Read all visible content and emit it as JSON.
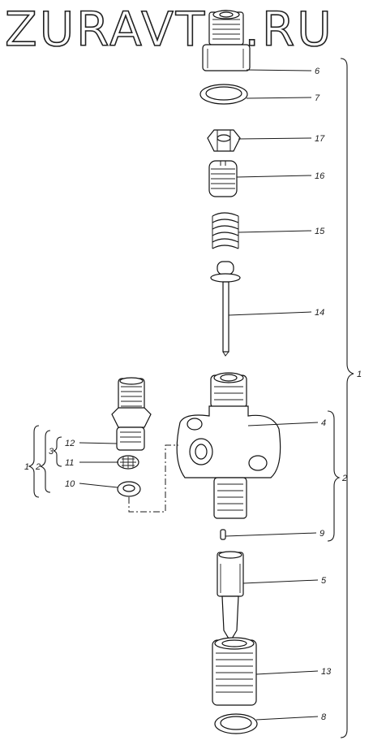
{
  "watermark": "ZURAVTO.RU",
  "callouts": [
    {
      "id": "c6",
      "text": "6"
    },
    {
      "id": "c7",
      "text": "7"
    },
    {
      "id": "c17",
      "text": "17"
    },
    {
      "id": "c16",
      "text": "16"
    },
    {
      "id": "c15",
      "text": "15"
    },
    {
      "id": "c14",
      "text": "14"
    },
    {
      "id": "c4",
      "text": "4"
    },
    {
      "id": "c9",
      "text": "9"
    },
    {
      "id": "c5",
      "text": "5"
    },
    {
      "id": "c13",
      "text": "13"
    },
    {
      "id": "c8",
      "text": "8"
    },
    {
      "id": "c12",
      "text": "12"
    },
    {
      "id": "c11",
      "text": "11"
    },
    {
      "id": "c10",
      "text": "10"
    }
  ],
  "brace_labels": {
    "assembly_1": "1",
    "subassembly_2": "2",
    "left_1": "1",
    "left_2": "2",
    "left_3": "3"
  }
}
